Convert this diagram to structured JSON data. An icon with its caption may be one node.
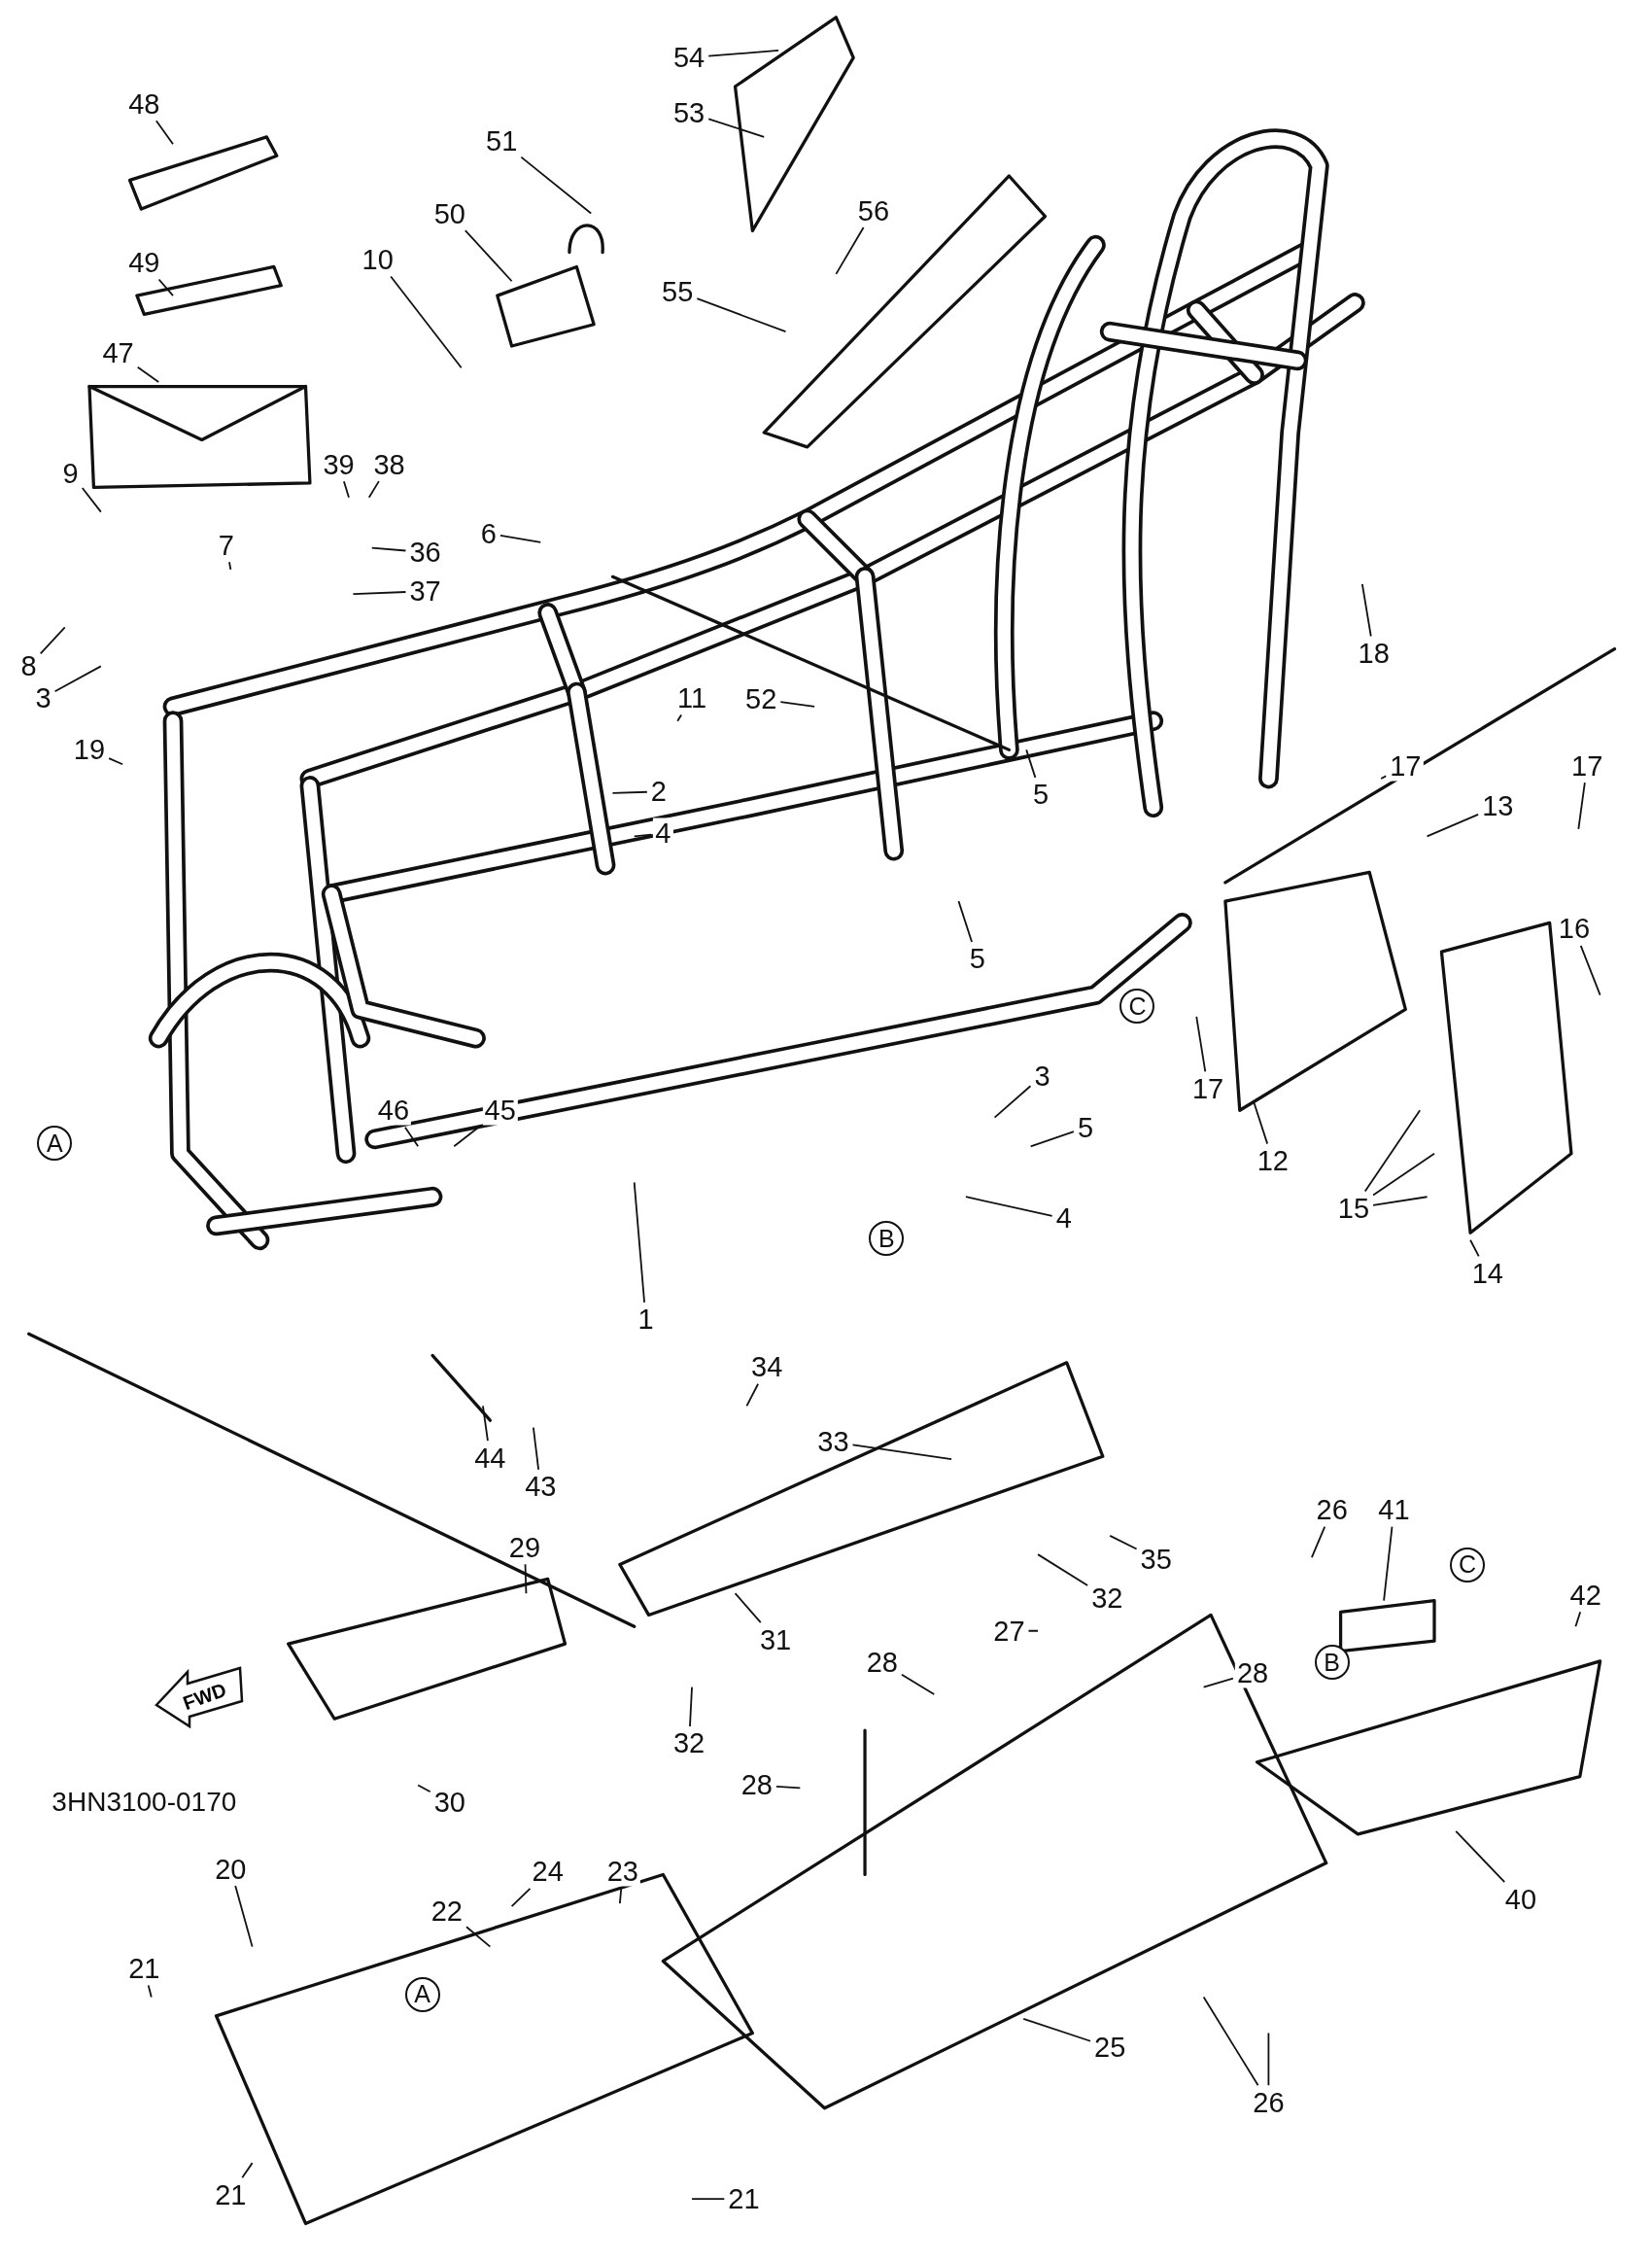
{
  "diagram": {
    "nodes": [
      {
        "text": [
          "54"
        ]
      },
      {
        "text": [
          "53"
        ]
      },
      {
        "text": [
          "48"
        ]
      },
      {
        "text": [
          "51"
        ]
      },
      {
        "text": [
          "56"
        ]
      },
      {
        "text": [
          "50"
        ]
      },
      {
        "text": [
          "49"
        ]
      },
      {
        "text": [
          "55"
        ]
      },
      {
        "text": [
          "10"
        ]
      },
      {
        "text": [
          "47"
        ]
      },
      {
        "text": [
          "39"
        ]
      },
      {
        "text": [
          "38"
        ]
      },
      {
        "text": [
          "36"
        ]
      },
      {
        "text": [
          "9"
        ]
      },
      {
        "text": [
          "7"
        ]
      },
      {
        "text": [
          "6"
        ]
      },
      {
        "text": [
          "37"
        ]
      },
      {
        "text": [
          "8"
        ]
      },
      {
        "text": [
          "3"
        ]
      },
      {
        "text": [
          "18"
        ]
      },
      {
        "text": [
          "11"
        ]
      },
      {
        "text": [
          "52"
        ]
      },
      {
        "text": [
          "2"
        ]
      },
      {
        "text": [
          "4"
        ]
      },
      {
        "text": [
          "5"
        ]
      },
      {
        "text": [
          "19"
        ]
      },
      {
        "text": [
          "17"
        ]
      },
      {
        "text": [
          "17"
        ]
      },
      {
        "text": [
          "13"
        ]
      },
      {
        "text": [
          "16"
        ]
      },
      {
        "text": [
          "5"
        ]
      },
      {
        "text": [
          "17"
        ]
      },
      {
        "text": [
          "3"
        ]
      },
      {
        "text": [
          "5"
        ]
      },
      {
        "text": [
          "12"
        ]
      },
      {
        "text": [
          "4"
        ]
      },
      {
        "text": [
          "46"
        ]
      },
      {
        "text": [
          "45"
        ]
      },
      {
        "text": [
          "15"
        ]
      },
      {
        "text": [
          "14"
        ]
      },
      {
        "text": [
          "1"
        ]
      },
      {
        "text": [
          "44"
        ]
      },
      {
        "text": [
          "43"
        ]
      },
      {
        "text": [
          "34"
        ]
      },
      {
        "text": [
          "33"
        ]
      },
      {
        "text": [
          "35"
        ]
      },
      {
        "text": [
          "26"
        ]
      },
      {
        "text": [
          "41"
        ]
      },
      {
        "text": [
          "42"
        ]
      },
      {
        "text": [
          "29"
        ]
      },
      {
        "text": [
          "31"
        ]
      },
      {
        "text": [
          "32"
        ]
      },
      {
        "text": [
          "27"
        ]
      },
      {
        "text": [
          "28"
        ]
      },
      {
        "text": [
          "28"
        ]
      },
      {
        "text": [
          "28"
        ]
      },
      {
        "text": [
          "32"
        ]
      },
      {
        "text": [
          "30"
        ]
      },
      {
        "text": [
          "20"
        ]
      },
      {
        "text": [
          "24"
        ]
      },
      {
        "text": [
          "23"
        ]
      },
      {
        "text": [
          "22"
        ]
      },
      {
        "text": [
          "21"
        ]
      },
      {
        "text": [
          "40"
        ]
      },
      {
        "text": [
          "25"
        ]
      },
      {
        "text": [
          "26"
        ]
      },
      {
        "text": [
          "21"
        ]
      },
      {
        "text": [
          "21"
        ]
      },
      {
        "text": [
          "A"
        ]
      },
      {
        "text": [
          "B"
        ]
      },
      {
        "text": [
          "C"
        ]
      },
      {
        "text": [
          "C"
        ]
      },
      {
        "text": [
          "B"
        ]
      },
      {
        "text": [
          "A"
        ]
      },
      {
        "text": [
          "FWD"
        ]
      }
    ],
    "edges": [
      {
        "from": 0,
        "to": null,
        "arrow": "none"
      },
      {
        "from": 1,
        "to": null,
        "arrow": "none"
      },
      {
        "from": 2,
        "to": null,
        "arrow": "none"
      },
      {
        "from": 3,
        "to": null,
        "arrow": "none"
      },
      {
        "from": 4,
        "to": null,
        "arrow": "none"
      },
      {
        "from": 5,
        "to": null,
        "arrow": "none"
      },
      {
        "from": 6,
        "to": null,
        "arrow": "none"
      },
      {
        "from": 7,
        "to": null,
        "arrow": "none"
      },
      {
        "from": 8,
        "to": null,
        "arrow": "none"
      },
      {
        "from": 9,
        "to": null,
        "arrow": "none"
      },
      {
        "from": 10,
        "to": null,
        "arrow": "none"
      },
      {
        "from": 11,
        "to": null,
        "arrow": "none"
      },
      {
        "from": 12,
        "to": null,
        "arrow": "none"
      },
      {
        "from": 13,
        "to": null,
        "arrow": "none"
      },
      {
        "from": 14,
        "to": null,
        "arrow": "none"
      },
      {
        "from": 15,
        "to": null,
        "arrow": "none"
      },
      {
        "from": 16,
        "to": null,
        "arrow": "none"
      },
      {
        "from": 17,
        "to": null,
        "arrow": "none"
      },
      {
        "from": 18,
        "to": null,
        "arrow": "none"
      },
      {
        "from": 19,
        "to": null,
        "arrow": "none"
      },
      {
        "from": 20,
        "to": null,
        "arrow": "none"
      },
      {
        "from": 21,
        "to": null,
        "arrow": "none"
      },
      {
        "from": 22,
        "to": null,
        "arrow": "none"
      },
      {
        "from": 23,
        "to": null,
        "arrow": "none"
      },
      {
        "from": 24,
        "to": null,
        "arrow": "none"
      },
      {
        "from": 25,
        "to": null,
        "arrow": "none"
      },
      {
        "from": 26,
        "to": null,
        "arrow": "none"
      },
      {
        "from": 27,
        "to": null,
        "arrow": "none"
      },
      {
        "from": 28,
        "to": null,
        "arrow": "none"
      },
      {
        "from": 29,
        "to": null,
        "arrow": "none"
      },
      {
        "from": 30,
        "to": null,
        "arrow": "none"
      },
      {
        "from": 31,
        "to": null,
        "arrow": "none"
      },
      {
        "from": 32,
        "to": null,
        "arrow": "none"
      },
      {
        "from": 33,
        "to": null,
        "arrow": "none"
      },
      {
        "from": 34,
        "to": null,
        "arrow": "none"
      },
      {
        "from": 35,
        "to": null,
        "arrow": "none"
      },
      {
        "from": 36,
        "to": null,
        "arrow": "none"
      },
      {
        "from": 37,
        "to": null,
        "arrow": "none"
      },
      {
        "from": 38,
        "to": null,
        "arrow": "none"
      },
      {
        "from": 38,
        "to": null,
        "arrow": "none"
      },
      {
        "from": 38,
        "to": null,
        "arrow": "none"
      },
      {
        "from": 39,
        "to": null,
        "arrow": "none"
      },
      {
        "from": 40,
        "to": null,
        "arrow": "none"
      },
      {
        "from": 41,
        "to": null,
        "arrow": "none"
      },
      {
        "from": 42,
        "to": null,
        "arrow": "none"
      },
      {
        "from": 43,
        "to": null,
        "arrow": "none"
      },
      {
        "from": 44,
        "to": null,
        "arrow": "none"
      },
      {
        "from": 45,
        "to": null,
        "arrow": "none"
      },
      {
        "from": 46,
        "to": null,
        "arrow": "none"
      },
      {
        "from": 47,
        "to": null,
        "arrow": "none"
      },
      {
        "from": 48,
        "to": null,
        "arrow": "none"
      },
      {
        "from": 49,
        "to": null,
        "arrow": "none"
      },
      {
        "from": 50,
        "to": null,
        "arrow": "none"
      },
      {
        "from": 51,
        "to": null,
        "arrow": "none"
      },
      {
        "from": 52,
        "to": null,
        "arrow": "none"
      },
      {
        "from": 53,
        "to": null,
        "arrow": "none"
      },
      {
        "from": 54,
        "to": null,
        "arrow": "none"
      },
      {
        "from": 55,
        "to": null,
        "arrow": "none"
      },
      {
        "from": 56,
        "to": null,
        "arrow": "none"
      },
      {
        "from": 57,
        "to": null,
        "arrow": "none"
      },
      {
        "from": 58,
        "to": null,
        "arrow": "none"
      },
      {
        "from": 59,
        "to": null,
        "arrow": "none"
      },
      {
        "from": 60,
        "to": null,
        "arrow": "none"
      },
      {
        "from": 61,
        "to": null,
        "arrow": "none"
      },
      {
        "from": 62,
        "to": null,
        "arrow": "none"
      },
      {
        "from": 63,
        "to": null,
        "arrow": "none"
      },
      {
        "from": 64,
        "to": null,
        "arrow": "none"
      },
      {
        "from": 65,
        "to": null,
        "arrow": "none"
      },
      {
        "from": 65,
        "to": null,
        "arrow": "none"
      },
      {
        "from": 66,
        "to": null,
        "arrow": "none"
      },
      {
        "from": 67,
        "to": null,
        "arrow": "none"
      }
    ],
    "labels": [
      "3HN3100-0170"
    ]
  }
}
